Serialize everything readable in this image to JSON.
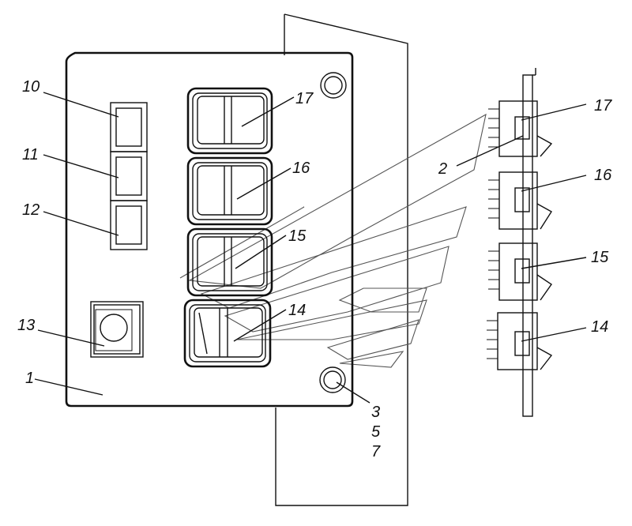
{
  "labels": {
    "panel": "1",
    "bracket": "2",
    "fastener_a": "3",
    "fastener_b": "5",
    "fastener_c": "7",
    "lamp_top": "10",
    "lamp_middle": "11",
    "lamp_bottom": "12",
    "button": "13",
    "switch_14": "14",
    "switch_15": "15",
    "switch_16": "16",
    "switch_17": "17",
    "side_switch_14": "14",
    "side_switch_15": "15",
    "side_switch_16": "16",
    "side_switch_17": "17"
  }
}
